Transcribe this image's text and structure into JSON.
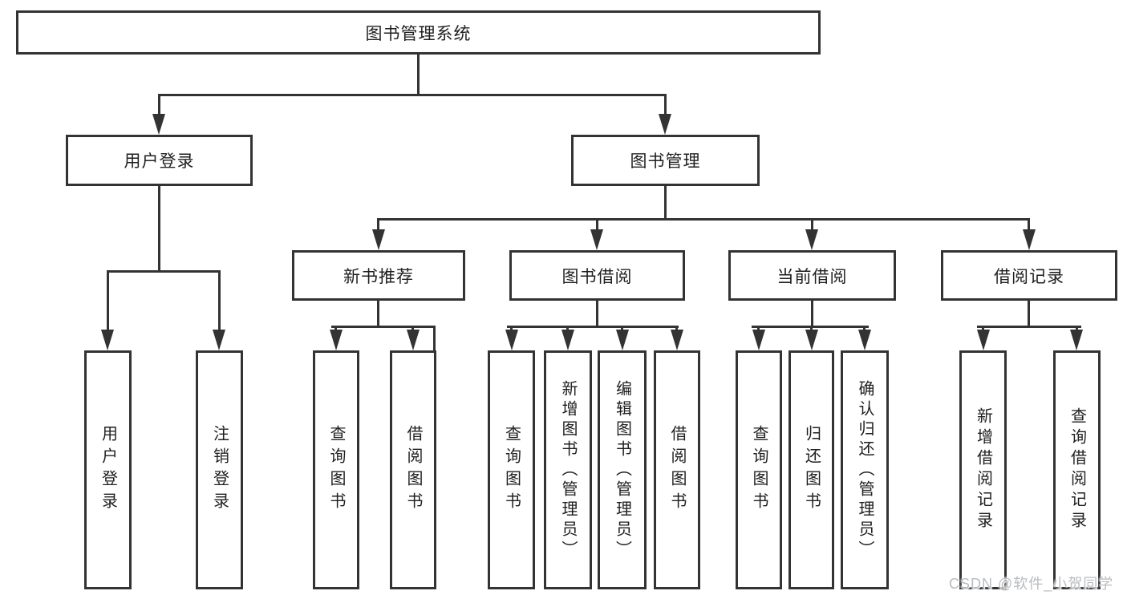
{
  "diagram": {
    "root": {
      "label": "图书管理系统"
    },
    "nodes": {
      "user_login": {
        "label": "用户登录"
      },
      "book_mgmt": {
        "label": "图书管理"
      },
      "user_login_leaf": {
        "label": "用户登录"
      },
      "logout_leaf": {
        "label": "注销登录"
      },
      "new_book": {
        "label": "新书推荐"
      },
      "book_borrow": {
        "label": "图书借阅"
      },
      "current_borrow": {
        "label": "当前借阅"
      },
      "borrow_record": {
        "label": "借阅记录"
      },
      "nb_query": {
        "label": "查询图书"
      },
      "nb_borrow": {
        "label": "借阅图书"
      },
      "bb_query": {
        "label": "查询图书"
      },
      "bb_add": {
        "label": "新增图书（管理员）"
      },
      "bb_edit": {
        "label": "编辑图书（管理员）"
      },
      "bb_borrow": {
        "label": "借阅图书"
      },
      "cb_query": {
        "label": "查询图书"
      },
      "cb_return": {
        "label": "归还图书"
      },
      "cb_confirm": {
        "label": "确认归还（管理员）"
      },
      "br_add": {
        "label": "新增借阅记录"
      },
      "br_query": {
        "label": "查询借阅记录"
      }
    }
  },
  "watermark": {
    "text": "CSDN @软件_小贺同学"
  },
  "colors": {
    "line": "#333333",
    "box_border": "#333333",
    "text": "#1f1f1f",
    "watermark": "#b9bcc0",
    "background": "#ffffff"
  }
}
